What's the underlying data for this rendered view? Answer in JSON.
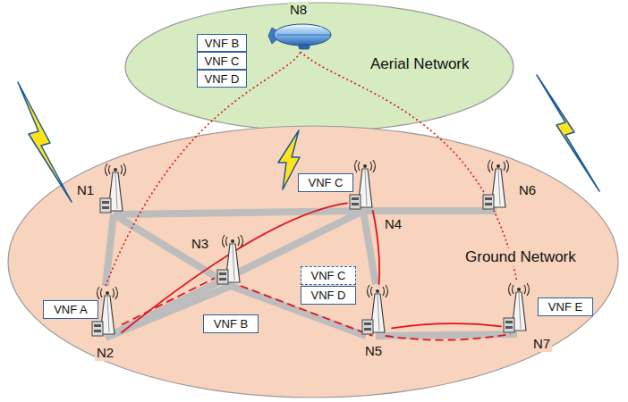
{
  "diagram": {
    "nodes": [
      {
        "text": [
          "Aerial Network"
        ]
      },
      {
        "text": [
          "Ground Network"
        ]
      },
      {
        "text": [
          "N8"
        ],
        "in": 0
      },
      {
        "text": [
          "VNF B"
        ],
        "in": 0
      },
      {
        "text": [
          "VNF C"
        ],
        "in": 0
      },
      {
        "text": [
          "VNF D"
        ],
        "in": 0
      },
      {
        "text": [
          "N1"
        ],
        "in": 1
      },
      {
        "text": [
          "N2"
        ],
        "in": 1
      },
      {
        "text": [
          "N3"
        ],
        "in": 1
      },
      {
        "text": [
          "N4"
        ],
        "in": 1
      },
      {
        "text": [
          "N5"
        ],
        "in": 1
      },
      {
        "text": [
          "N6"
        ],
        "in": 1
      },
      {
        "text": [
          "N7"
        ],
        "in": 1
      },
      {
        "text": [
          "VNF A"
        ],
        "in": 1
      },
      {
        "text": [
          "VNF B"
        ],
        "in": 1
      },
      {
        "text": [
          "VNF C"
        ],
        "in": 1
      },
      {
        "text": [
          "VNF C"
        ],
        "in": 1
      },
      {
        "text": [
          "VNF D"
        ],
        "in": 1
      },
      {
        "text": [
          "VNF E"
        ],
        "in": 1
      }
    ],
    "edges": [
      {
        "from": 6,
        "to": 9,
        "arrow": "none"
      },
      {
        "from": 9,
        "to": 11,
        "arrow": "none"
      },
      {
        "from": 6,
        "to": 7,
        "arrow": "none"
      },
      {
        "from": 6,
        "to": 8,
        "arrow": "none"
      },
      {
        "from": 7,
        "to": 8,
        "arrow": "none"
      },
      {
        "from": 7,
        "to": 9,
        "arrow": "none"
      },
      {
        "from": 8,
        "to": 10,
        "arrow": "none"
      },
      {
        "from": 9,
        "to": 10,
        "arrow": "none"
      },
      {
        "from": 10,
        "to": 12,
        "arrow": "none"
      },
      {
        "from": 7,
        "to": 9,
        "arrow": "none"
      },
      {
        "from": 9,
        "to": 10,
        "arrow": "none"
      },
      {
        "from": 10,
        "to": 12,
        "arrow": "none"
      },
      {
        "from": 7,
        "to": 8,
        "arrow": "none"
      },
      {
        "from": 8,
        "to": 10,
        "arrow": "none"
      },
      {
        "from": 10,
        "to": 12,
        "arrow": "none"
      },
      {
        "from": 7,
        "to": 2,
        "arrow": "none"
      },
      {
        "from": 2,
        "to": 12,
        "arrow": "none"
      }
    ]
  }
}
